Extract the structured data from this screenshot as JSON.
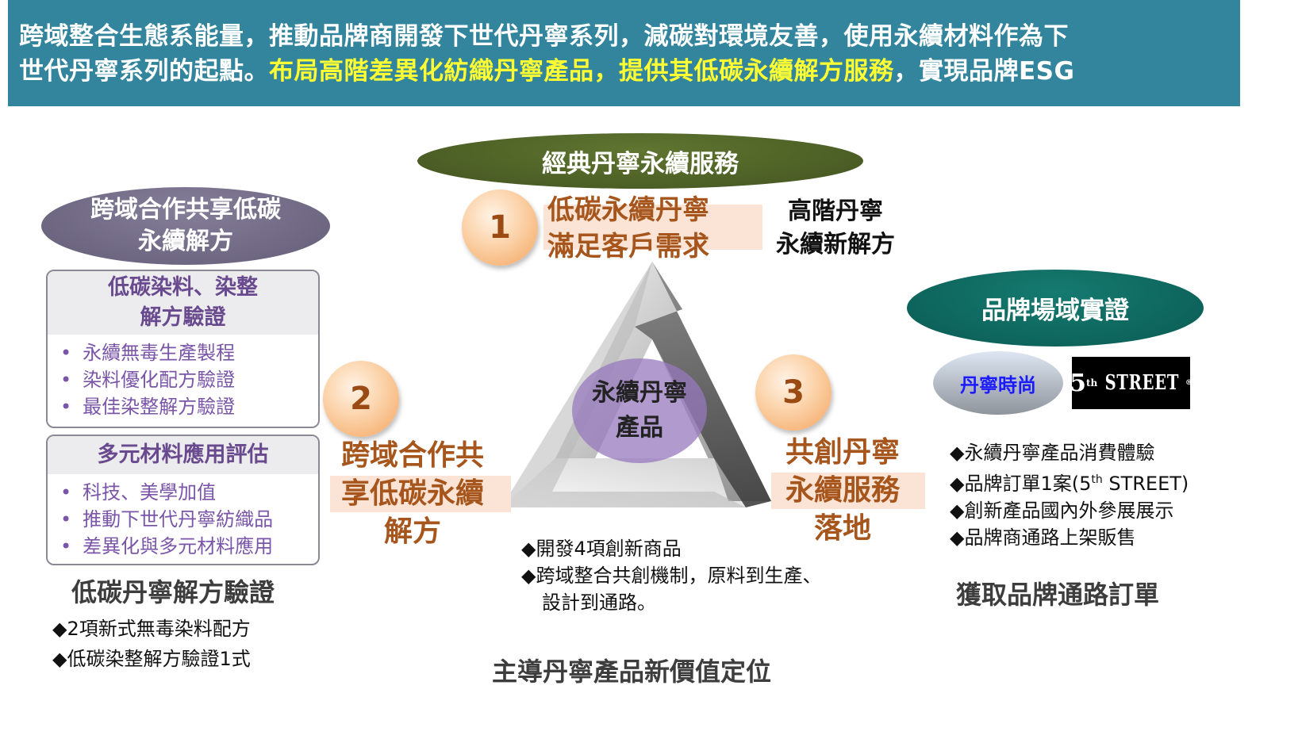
{
  "header": {
    "line1": "跨域整合生態系能量，推動品牌商開發下世代丹寧系列，減碳對環境友善，使用永續材料作為下",
    "line2_white": "世代丹寧系列的起點。",
    "line2_yellow": "布局高階差異化紡織丹寧產品，提供其低碳永續解方服務",
    "line2_end": "，實現品牌ESG"
  },
  "left": {
    "oval": [
      "跨域合作共享低碳",
      "永續解方"
    ],
    "box1": {
      "title": [
        "低碳染料、染整",
        "解方驗證"
      ],
      "items": [
        "永續無毒生產製程",
        "染料優化配方驗證",
        "最佳染整解方驗證"
      ]
    },
    "box2": {
      "title": "多元材料應用評估",
      "items": [
        "科技、美學加值",
        "推動下世代丹寧紡織品",
        "差異化與多元材料應用"
      ]
    },
    "caption": "低碳丹寧解方驗證",
    "bullets": [
      "◆2項新式無毒染料配方",
      "◆低碳染整解方驗證1式"
    ]
  },
  "center": {
    "oval": "經典丹寧永續服務",
    "n1": "1",
    "n1_text": [
      "低碳永續丹寧",
      "滿足客戶需求"
    ],
    "side": [
      "高階丹寧",
      "永續新解方"
    ],
    "n2": "2",
    "n2_text": [
      "跨域合作共",
      "享低碳永續",
      "解方"
    ],
    "n3": "3",
    "n3_text": [
      "共創丹寧",
      "永續服務",
      "落地"
    ],
    "core": [
      "永續丹寧",
      "產品"
    ],
    "bullets": [
      "◆開發4項創新商品",
      "◆跨域整合共創機制，原料到生產、",
      "設計到通路。"
    ],
    "caption": "主導丹寧產品新價值定位"
  },
  "right": {
    "oval": "品牌場域實證",
    "brand1": "丹寧時尚",
    "brand2": {
      "num": "5",
      "sup": "th",
      "name": "STREET",
      "mark": "®"
    },
    "bullets": [
      "◆永續丹寧產品消費體驗",
      "◆品牌訂單1案(5",
      "th",
      " STREET)",
      "◆創新產品國內外參展展示",
      "◆品牌商通路上架販售"
    ],
    "caption": "獲取品牌通路訂單"
  },
  "colors": {
    "header": "#32859c",
    "highlight": "#ffff33",
    "orange": "#a6561c",
    "green_oval": "#4f6228",
    "teal_oval": "#0e6960",
    "purple_oval": "#736c88"
  }
}
